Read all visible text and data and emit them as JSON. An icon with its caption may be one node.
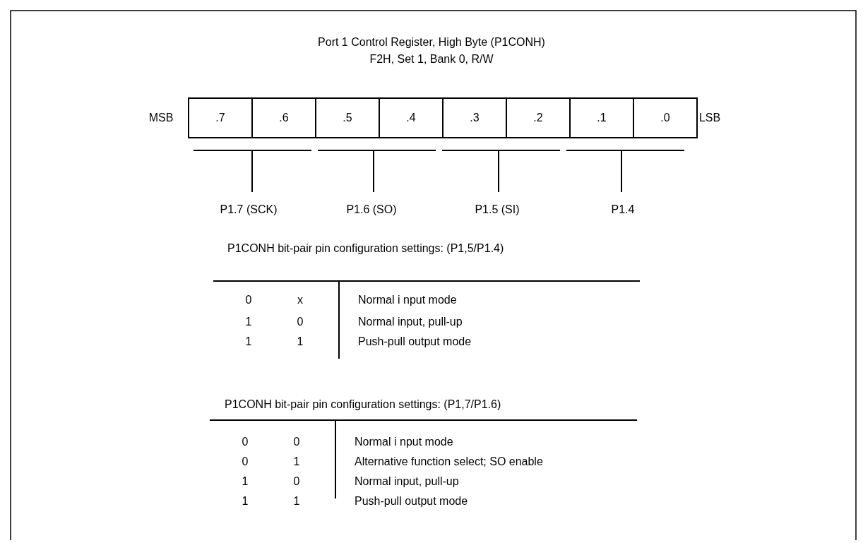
{
  "diagram": {
    "title": "Port 1 Control Register, High Byte (P1CONH)",
    "nodes": [
      {
        "text": [
          ".7"
        ]
      },
      {
        "text": [
          ".6"
        ]
      },
      {
        "text": [
          ".5"
        ]
      },
      {
        "text": [
          ".4"
        ]
      },
      {
        "text": [
          ".3"
        ]
      },
      {
        "text": [
          ".2"
        ]
      },
      {
        "text": [
          ".1"
        ]
      },
      {
        "text": [
          ".0"
        ]
      }
    ],
    "labels": [
      "F2H, Set 1, Bank 0, R/W",
      "MSB",
      "LSB",
      "P1.7 (SCK)",
      "P1.6 (SO)",
      "P1.5 (SI)",
      "P1.4",
      "P1CONH bit-pair pin configuration settings: (P1,5/P1.4)",
      "0",
      "x",
      "Normal i nput mode",
      "1",
      "0",
      "Normal input, pull-up",
      "1",
      "1",
      "Push-pull output mode",
      "P1CONH bit-pair pin configuration settings: (P1,7/P1.6)",
      "0",
      "0",
      "Normal i nput mode",
      "0",
      "1",
      "Alternative function select; SO enable",
      "1",
      "0",
      "Normal input, pull-up",
      "1",
      "1",
      "Push-pull output mode"
    ]
  }
}
